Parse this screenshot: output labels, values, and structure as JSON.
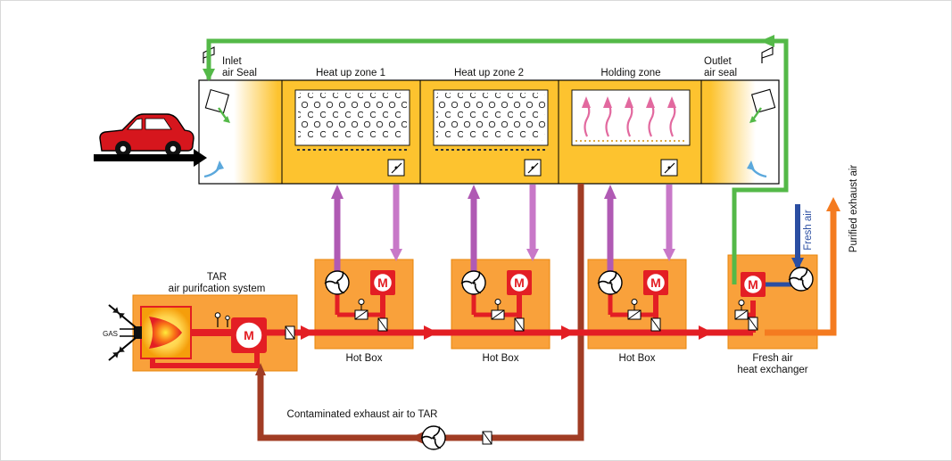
{
  "diagram": {
    "tunnel": {
      "inlet_seal_line1": "Inlet",
      "inlet_seal_line2": "air Seal",
      "zone1": "Heat up zone 1",
      "zone2": "Heat up zone 2",
      "zone3": "Holding zone",
      "outlet_seal_line1": "Outlet",
      "outlet_seal_line2": "air seal"
    },
    "tar": {
      "title_line1": "TAR",
      "title_line2": "air purifcation system",
      "gas": "GAS",
      "motor": "M"
    },
    "hot_boxes": [
      {
        "label": "Hot Box",
        "motor": "M"
      },
      {
        "label": "Hot Box",
        "motor": "M"
      },
      {
        "label": "Hot Box",
        "motor": "M"
      }
    ],
    "heat_exchanger": {
      "label_line1": "Fresh air",
      "label_line2": "heat exchanger",
      "motor": "M"
    },
    "flows": {
      "fresh_air": "Fresh air",
      "purified_exhaust": "Purified exhaust air",
      "contaminated": "Contaminated exhaust air to TAR"
    },
    "colors": {
      "zone_orange": "#FDC32F",
      "unit_orange": "#F9A13B",
      "pipe_red": "#E31E24",
      "pipe_dark_red": "#A13C24",
      "pipe_green": "#54B948",
      "pipe_magenta_supply": "#B05AB4",
      "pipe_magenta_return": "#C878C8",
      "pipe_blue": "#2B4EA2",
      "pipe_orange": "#F47B20",
      "holding_arrows_pink": "#E2699F",
      "car_red": "#D6161D"
    }
  }
}
